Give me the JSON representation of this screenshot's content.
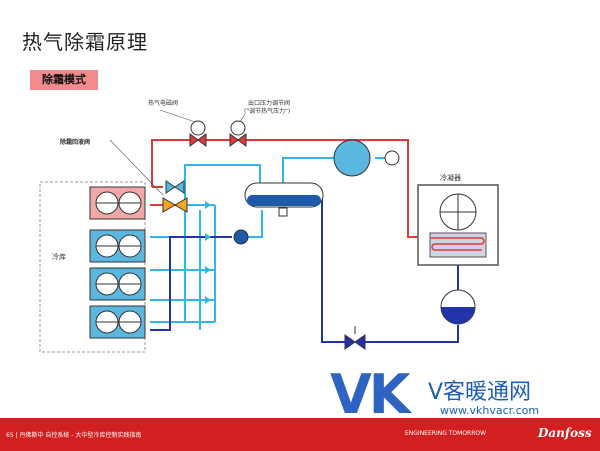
{
  "slide": {
    "title": "热气除霜原理",
    "mode_tag": "除霜模式"
  },
  "labels": {
    "hot_gas_valve": "热气电磁阀",
    "outlet_pressure_valve_line1": "出口压力调节阀",
    "outlet_pressure_valve_line2": "(\"调节热气压力\")",
    "defrost_valve": "除霜回液阀",
    "cold_storage": "冷库",
    "condenser": "冷凝器"
  },
  "footer": {
    "left_text": "65 | 丹佛斯中 自控系统 - 大中型冷库控制实践指南",
    "slogan": "ENGINEERING TOMORROW",
    "logo": "Danfoss"
  },
  "watermark": {
    "logo": "VK",
    "name": "V客暖通网",
    "url": "www.vkhvacr.com"
  },
  "colors": {
    "hot_gas": "#e03a3a",
    "liquid": "#2233aa",
    "vapor": "#33b5e5",
    "evap_box": "#5ab8e0",
    "defrost_box": "#f2a8a8",
    "footer": "#d21f1f"
  }
}
